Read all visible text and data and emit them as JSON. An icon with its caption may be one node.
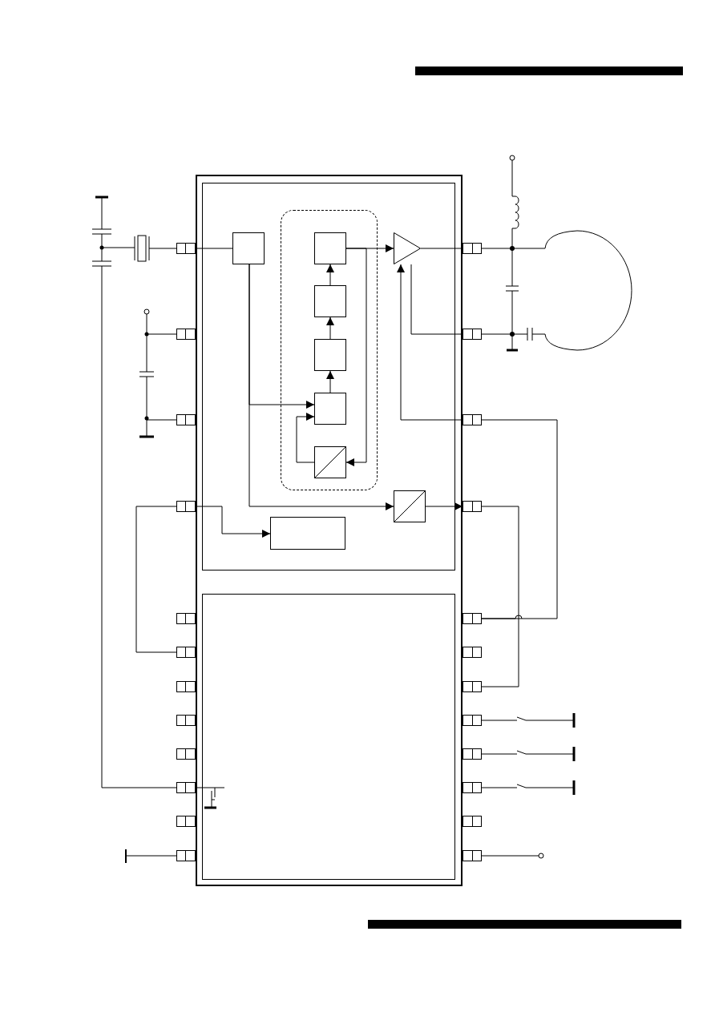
{
  "diagram": {
    "nodes": [
      {
        "text": [],
        "shape": "box"
      },
      {
        "text": [],
        "shape": "box",
        "in": 0
      },
      {
        "text": [],
        "shape": "box",
        "in": 0
      },
      {
        "text": [],
        "shape": "box",
        "in": 1
      },
      {
        "text": [],
        "shape": "box",
        "in": 1
      },
      {
        "text": [],
        "shape": "box",
        "in": 4
      },
      {
        "text": [],
        "shape": "box",
        "in": 4
      },
      {
        "text": [],
        "shape": "box",
        "in": 4
      },
      {
        "text": [],
        "shape": "box",
        "in": 4
      },
      {
        "text": [],
        "shape": "box",
        "in": 4
      },
      {
        "text": [],
        "shape": "triangle",
        "in": 1
      },
      {
        "text": [],
        "shape": "box",
        "in": 1
      },
      {
        "text": [],
        "shape": "box",
        "in": 1
      },
      {
        "text": [],
        "shape": "box"
      },
      {
        "text": [],
        "shape": "box"
      },
      {
        "text": [],
        "shape": "box"
      },
      {
        "text": [],
        "shape": "box"
      },
      {
        "text": [],
        "shape": "box"
      },
      {
        "text": [],
        "shape": "box"
      },
      {
        "text": [],
        "shape": "box"
      },
      {
        "text": [],
        "shape": "box"
      },
      {
        "text": [],
        "shape": "box"
      },
      {
        "text": [],
        "shape": "box"
      },
      {
        "text": [],
        "shape": "box"
      },
      {
        "text": [],
        "shape": "box"
      },
      {
        "text": [],
        "shape": "box"
      },
      {
        "text": [],
        "shape": "box"
      },
      {
        "text": [],
        "shape": "box"
      },
      {
        "text": [],
        "shape": "box"
      },
      {
        "text": [],
        "shape": "box"
      },
      {
        "text": [],
        "shape": "box"
      },
      {
        "text": [],
        "shape": "box"
      },
      {
        "text": [],
        "shape": "box"
      },
      {
        "text": [],
        "shape": "box"
      },
      {
        "text": [],
        "shape": "box"
      },
      {
        "text": [],
        "shape": "box"
      },
      {
        "text": [],
        "shape": "box"
      }
    ],
    "edges": [
      {
        "from": 13,
        "to": 3,
        "arrow": "none"
      },
      {
        "from": 3,
        "to": 8,
        "arrow": "to"
      },
      {
        "from": 3,
        "to": 11,
        "arrow": "to"
      },
      {
        "from": 8,
        "to": 7,
        "arrow": "to"
      },
      {
        "from": 7,
        "to": 6,
        "arrow": "to"
      },
      {
        "from": 6,
        "to": 5,
        "arrow": "to"
      },
      {
        "from": 5,
        "to": 10,
        "arrow": "to"
      },
      {
        "from": 5,
        "to": 9,
        "arrow": "to"
      },
      {
        "from": 9,
        "to": 8,
        "arrow": "to"
      },
      {
        "from": 10,
        "to": 25,
        "arrow": "none"
      },
      {
        "from": 26,
        "to": 10,
        "arrow": "none"
      },
      {
        "from": 27,
        "to": 10,
        "arrow": "to"
      },
      {
        "from": 11,
        "to": 28,
        "arrow": "to"
      },
      {
        "from": 16,
        "to": 12,
        "arrow": "to"
      },
      {
        "from": 16,
        "to": 18,
        "arrow": "none"
      },
      {
        "from": 27,
        "to": 29,
        "arrow": "none"
      },
      {
        "from": 28,
        "to": 31,
        "arrow": "none"
      },
      {
        "from": 22,
        "to": 2,
        "arrow": "none"
      }
    ]
  }
}
